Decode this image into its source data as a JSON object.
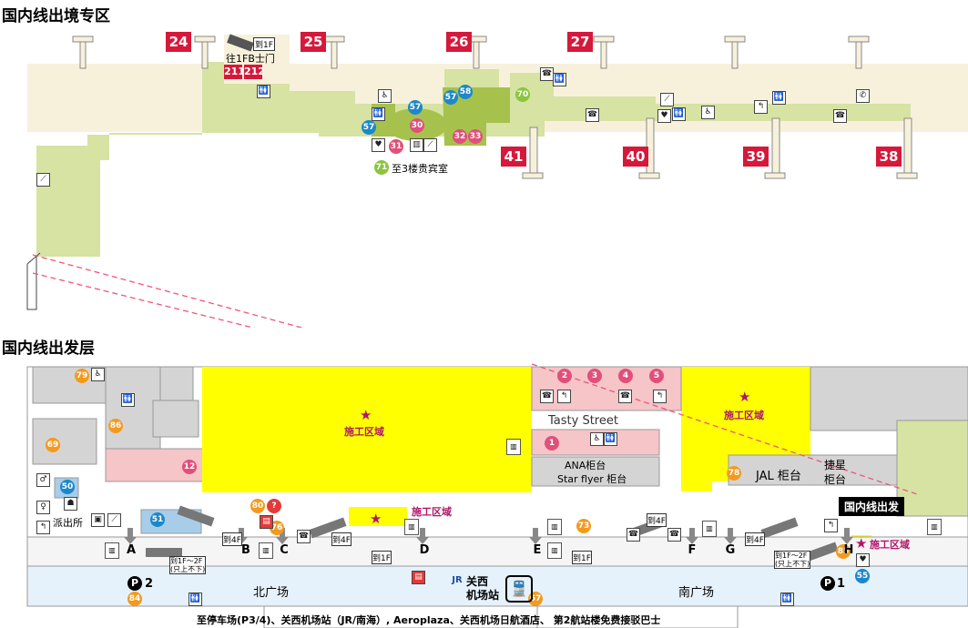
{
  "upper": {
    "title": "国内线出境专区",
    "gates_top": [
      "24",
      "25",
      "26",
      "27"
    ],
    "gates_bottom": [
      "41",
      "40",
      "39",
      "38"
    ],
    "link_label": "往1FB士门",
    "link_gates": [
      "211",
      "212"
    ],
    "to_floor": "到1F",
    "vip_label": "至3楼贵宾室",
    "badges": [
      "57",
      "57",
      "58",
      "57",
      "30",
      "31",
      "32",
      "33",
      "70",
      "71"
    ]
  },
  "lower": {
    "title": "国内线出发层",
    "construction_label": "施工区域",
    "tasty_street": "Tasty Street",
    "ana_label": "ANA柜台",
    "starflyer_label": "Star flyer 柜台",
    "jal_label": "JAL 柜台",
    "jiexing_label": "捷星",
    "jiexing_label2": "柜台",
    "departure_label": "国内线出发",
    "police_label": "派出所",
    "north_plaza": "北广场",
    "south_plaza": "南广场",
    "station_label": "关西",
    "station_label2": "机场站",
    "doors": [
      "A",
      "B",
      "C",
      "D",
      "E",
      "F",
      "G",
      "H"
    ],
    "to_4f": "到4F",
    "to_1f": "到1F",
    "to_1f2f": "到1F～2F",
    "only_down": "(只上不下)",
    "p2": "2",
    "p1": "1",
    "bottom_note": "至停车场(P3/4)、关西机场站（JR/南海）, Aeroplaza、关西机场日航酒店、 第2航站楼免费接驳巴士",
    "badges_top": [
      "2",
      "3",
      "4",
      "5"
    ],
    "badge_1": "1",
    "badge_12": "12",
    "badge_79": "79",
    "badge_86": "86",
    "badge_69": "69",
    "badge_50": "50",
    "badge_51": "51",
    "badge_80": "80",
    "badge_76": "76",
    "badge_73": "73",
    "badge_78": "78",
    "badge_85": "85",
    "badge_55": "55",
    "badge_67": "67",
    "badge_84": "84"
  },
  "colors": {
    "area_green": "#d6e3a3",
    "dark_green": "#a6c24d",
    "cream": "#f7f1dc",
    "yellow": "#ffff00",
    "pink": "#f5c5c8",
    "gray": "#d4d4d4",
    "light_blue": "#e5f1fb",
    "gate_red": "#d6183b"
  }
}
